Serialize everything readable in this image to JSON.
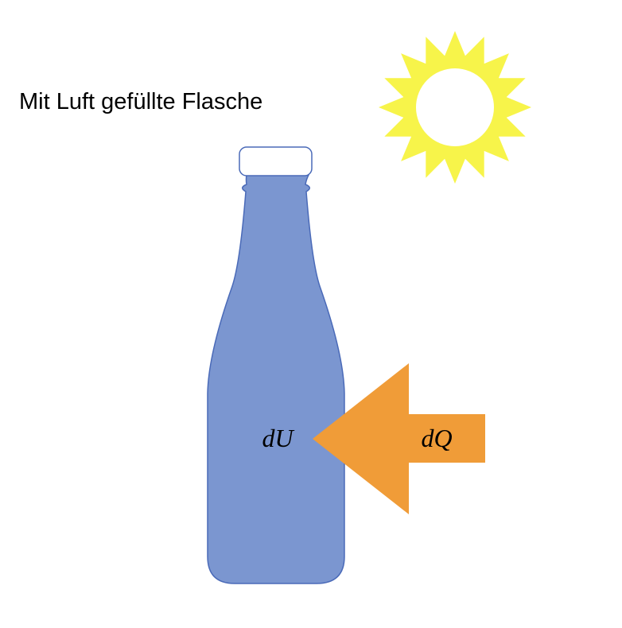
{
  "title": "Mit Luft gefüllte Flasche",
  "bottle": {
    "label": "dU",
    "fill_color": "#7B96D0",
    "stroke_color": "#4A6AB8",
    "cap_color": "#FFFFFF"
  },
  "arrow": {
    "label": "dQ",
    "color": "#F09C38",
    "direction": "left"
  },
  "sun": {
    "icon": "sun-icon",
    "ray_color": "#F7F44A",
    "core_color": "#FFFFFF"
  }
}
